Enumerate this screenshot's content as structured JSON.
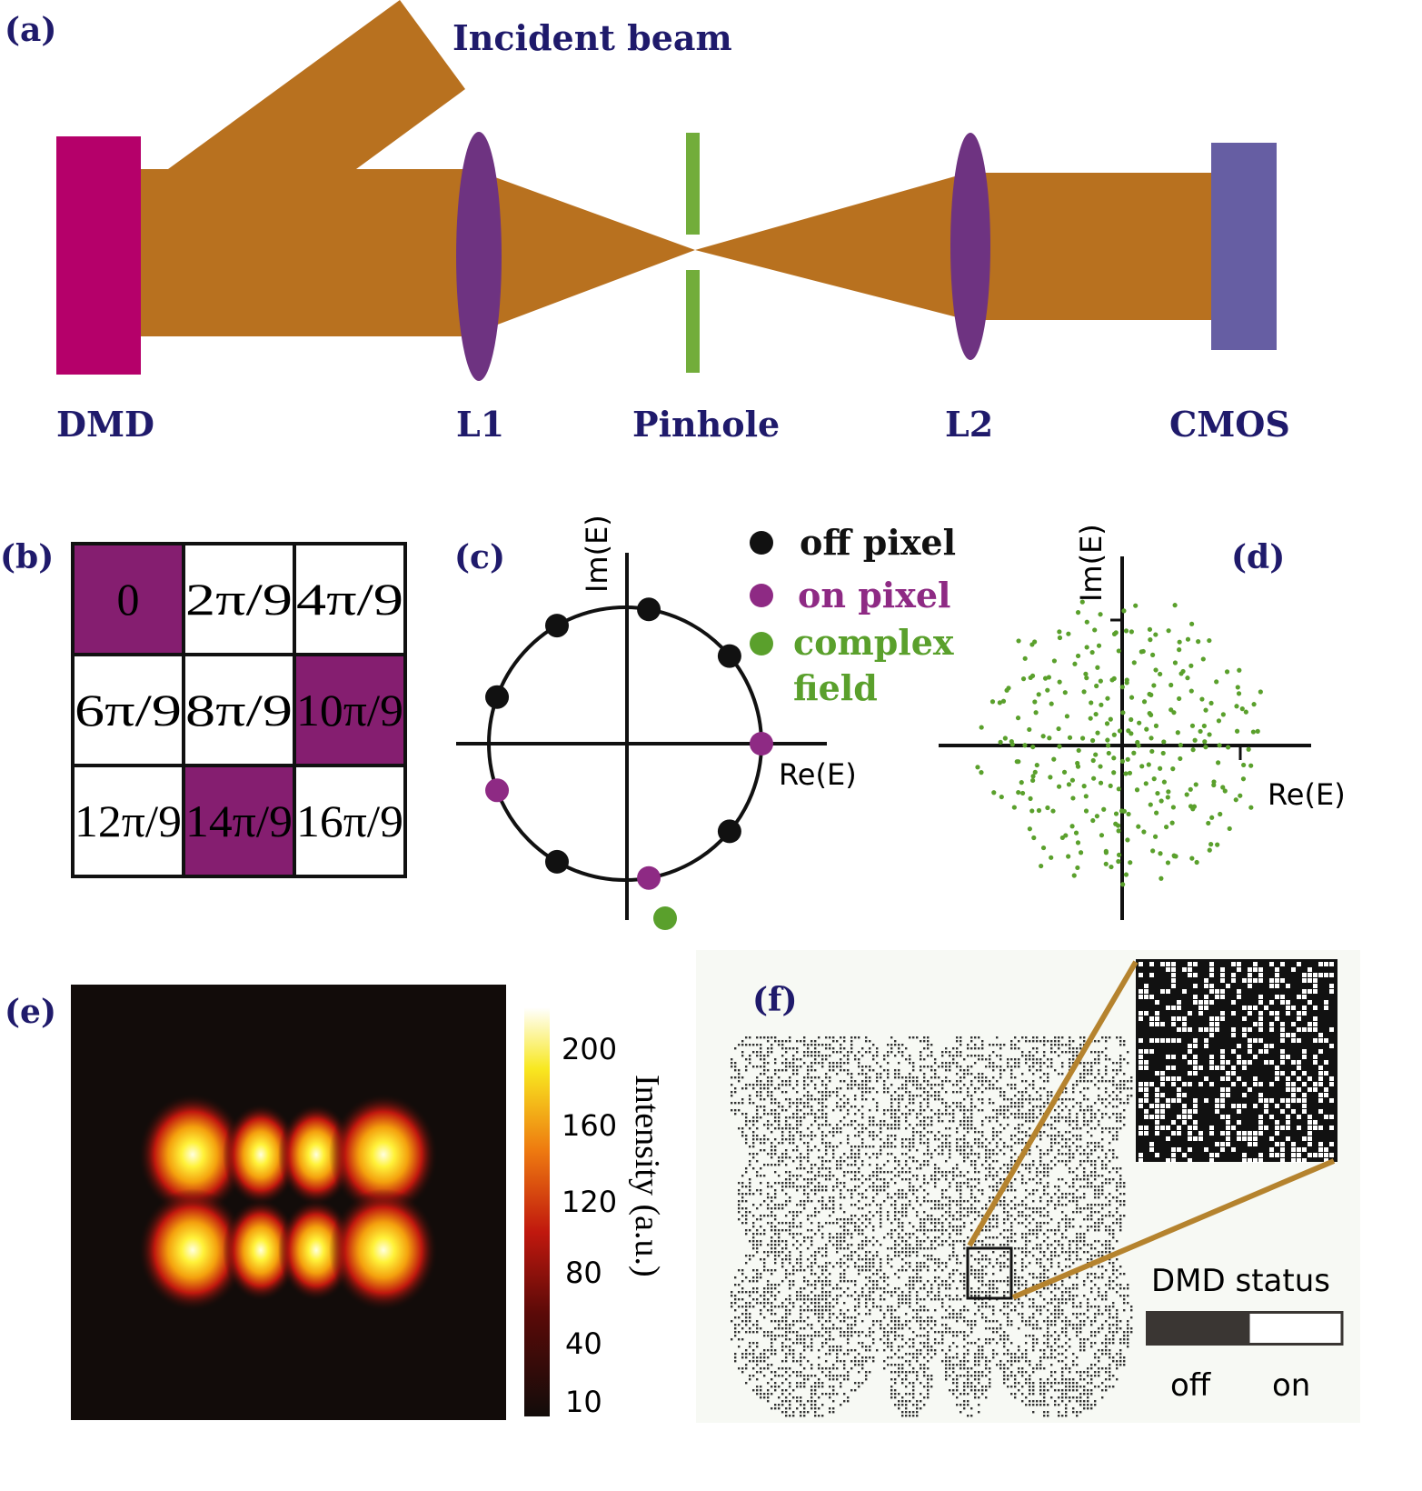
{
  "panel_a": {
    "label": "(a)",
    "incident_beam": "Incident beam",
    "components": [
      "DMD",
      "L1",
      "Pinhole",
      "L2",
      "CMOS"
    ],
    "colors": {
      "beam": "#b8711f",
      "dmd": "#b5006a",
      "lens": "#6e3381",
      "pinhole": "#72ad3b",
      "cmos": "#665ea3",
      "label": "#1f1a6b"
    }
  },
  "panel_b": {
    "label": "(b)",
    "cells": [
      "0",
      "2π/9",
      "4π/9",
      "6π/9",
      "8π/9",
      "10π/9",
      "12π/9",
      "14π/9",
      "16π/9"
    ],
    "on_cells": [
      0,
      5,
      7
    ],
    "on_color": "#851e70"
  },
  "panel_c": {
    "label": "(c)",
    "ylabel": "Im(E)",
    "xlabel": "Re(E)",
    "legend": [
      {
        "text": "off pixel",
        "color": "#111111"
      },
      {
        "text": "on pixel",
        "color": "#8e2a84"
      },
      {
        "text": "complex",
        "color": "#5aa02c"
      },
      {
        "text": "field",
        "color": "#5aa02c"
      }
    ]
  },
  "panel_d": {
    "label": "(d)",
    "ylabel": "Im(E)",
    "xlabel": "Re(E)",
    "point_color": "#5aa02c"
  },
  "panel_e": {
    "label": "(e)",
    "colorbar_label": "Intensity (a.u.)",
    "colorbar_ticks": [
      "200",
      "160",
      "120",
      "80",
      "40",
      "10"
    ]
  },
  "panel_f": {
    "label": "(f)",
    "status_title": "DMD status",
    "off": "off",
    "on": "on",
    "zoom_line_color": "#b5832e"
  }
}
